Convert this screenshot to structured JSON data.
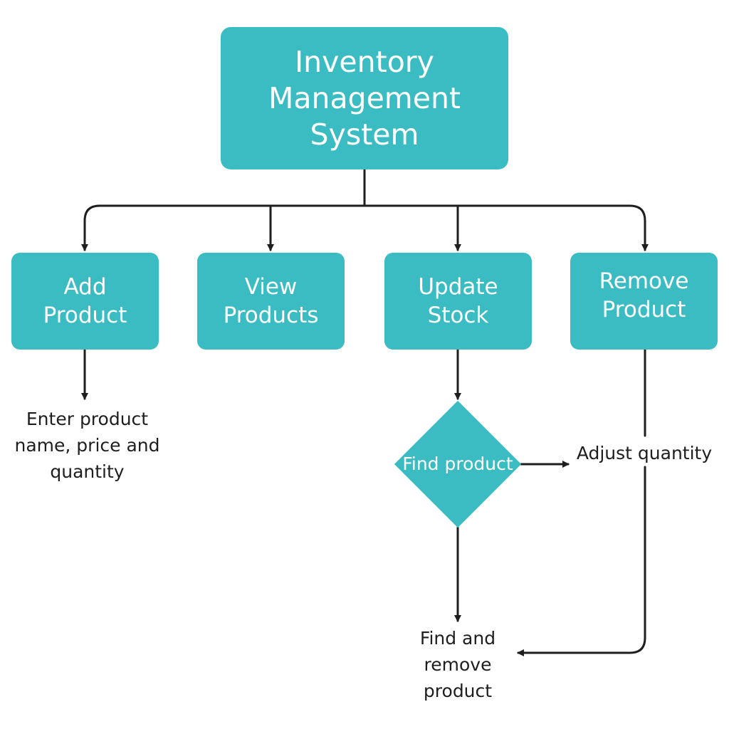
{
  "diagram": {
    "title": "Inventory Management System",
    "colors": {
      "node_fill": "#3bbcc3",
      "node_text": "#ffffff",
      "connector": "#1e1e1e",
      "note_text": "#1e1e1e"
    },
    "nodes": {
      "root": {
        "label": "Inventory Management System"
      },
      "add_product": {
        "label": "Add Product"
      },
      "view_products": {
        "label": "View Products"
      },
      "update_stock": {
        "label": "Update Stock"
      },
      "remove_product": {
        "label": "Remove Product"
      },
      "find_product": {
        "label": "Find product",
        "shape": "diamond"
      }
    },
    "notes": {
      "add_product_detail": "Enter product name, price and quantity",
      "adjust_quantity": "Adjust quantity",
      "find_and_remove": "Find and remove product"
    },
    "edges": [
      {
        "from": "Inventory Management System",
        "to": "Add Product"
      },
      {
        "from": "Inventory Management System",
        "to": "View Products"
      },
      {
        "from": "Inventory Management System",
        "to": "Update Stock"
      },
      {
        "from": "Inventory Management System",
        "to": "Remove Product"
      },
      {
        "from": "Add Product",
        "to": "Enter product name, price and quantity"
      },
      {
        "from": "Update Stock",
        "to": "Find product"
      },
      {
        "from": "Find product",
        "to": "Adjust quantity"
      },
      {
        "from": "Find product",
        "to": "Find and remove product"
      },
      {
        "from": "Remove Product",
        "to": "Find and remove product"
      }
    ]
  }
}
